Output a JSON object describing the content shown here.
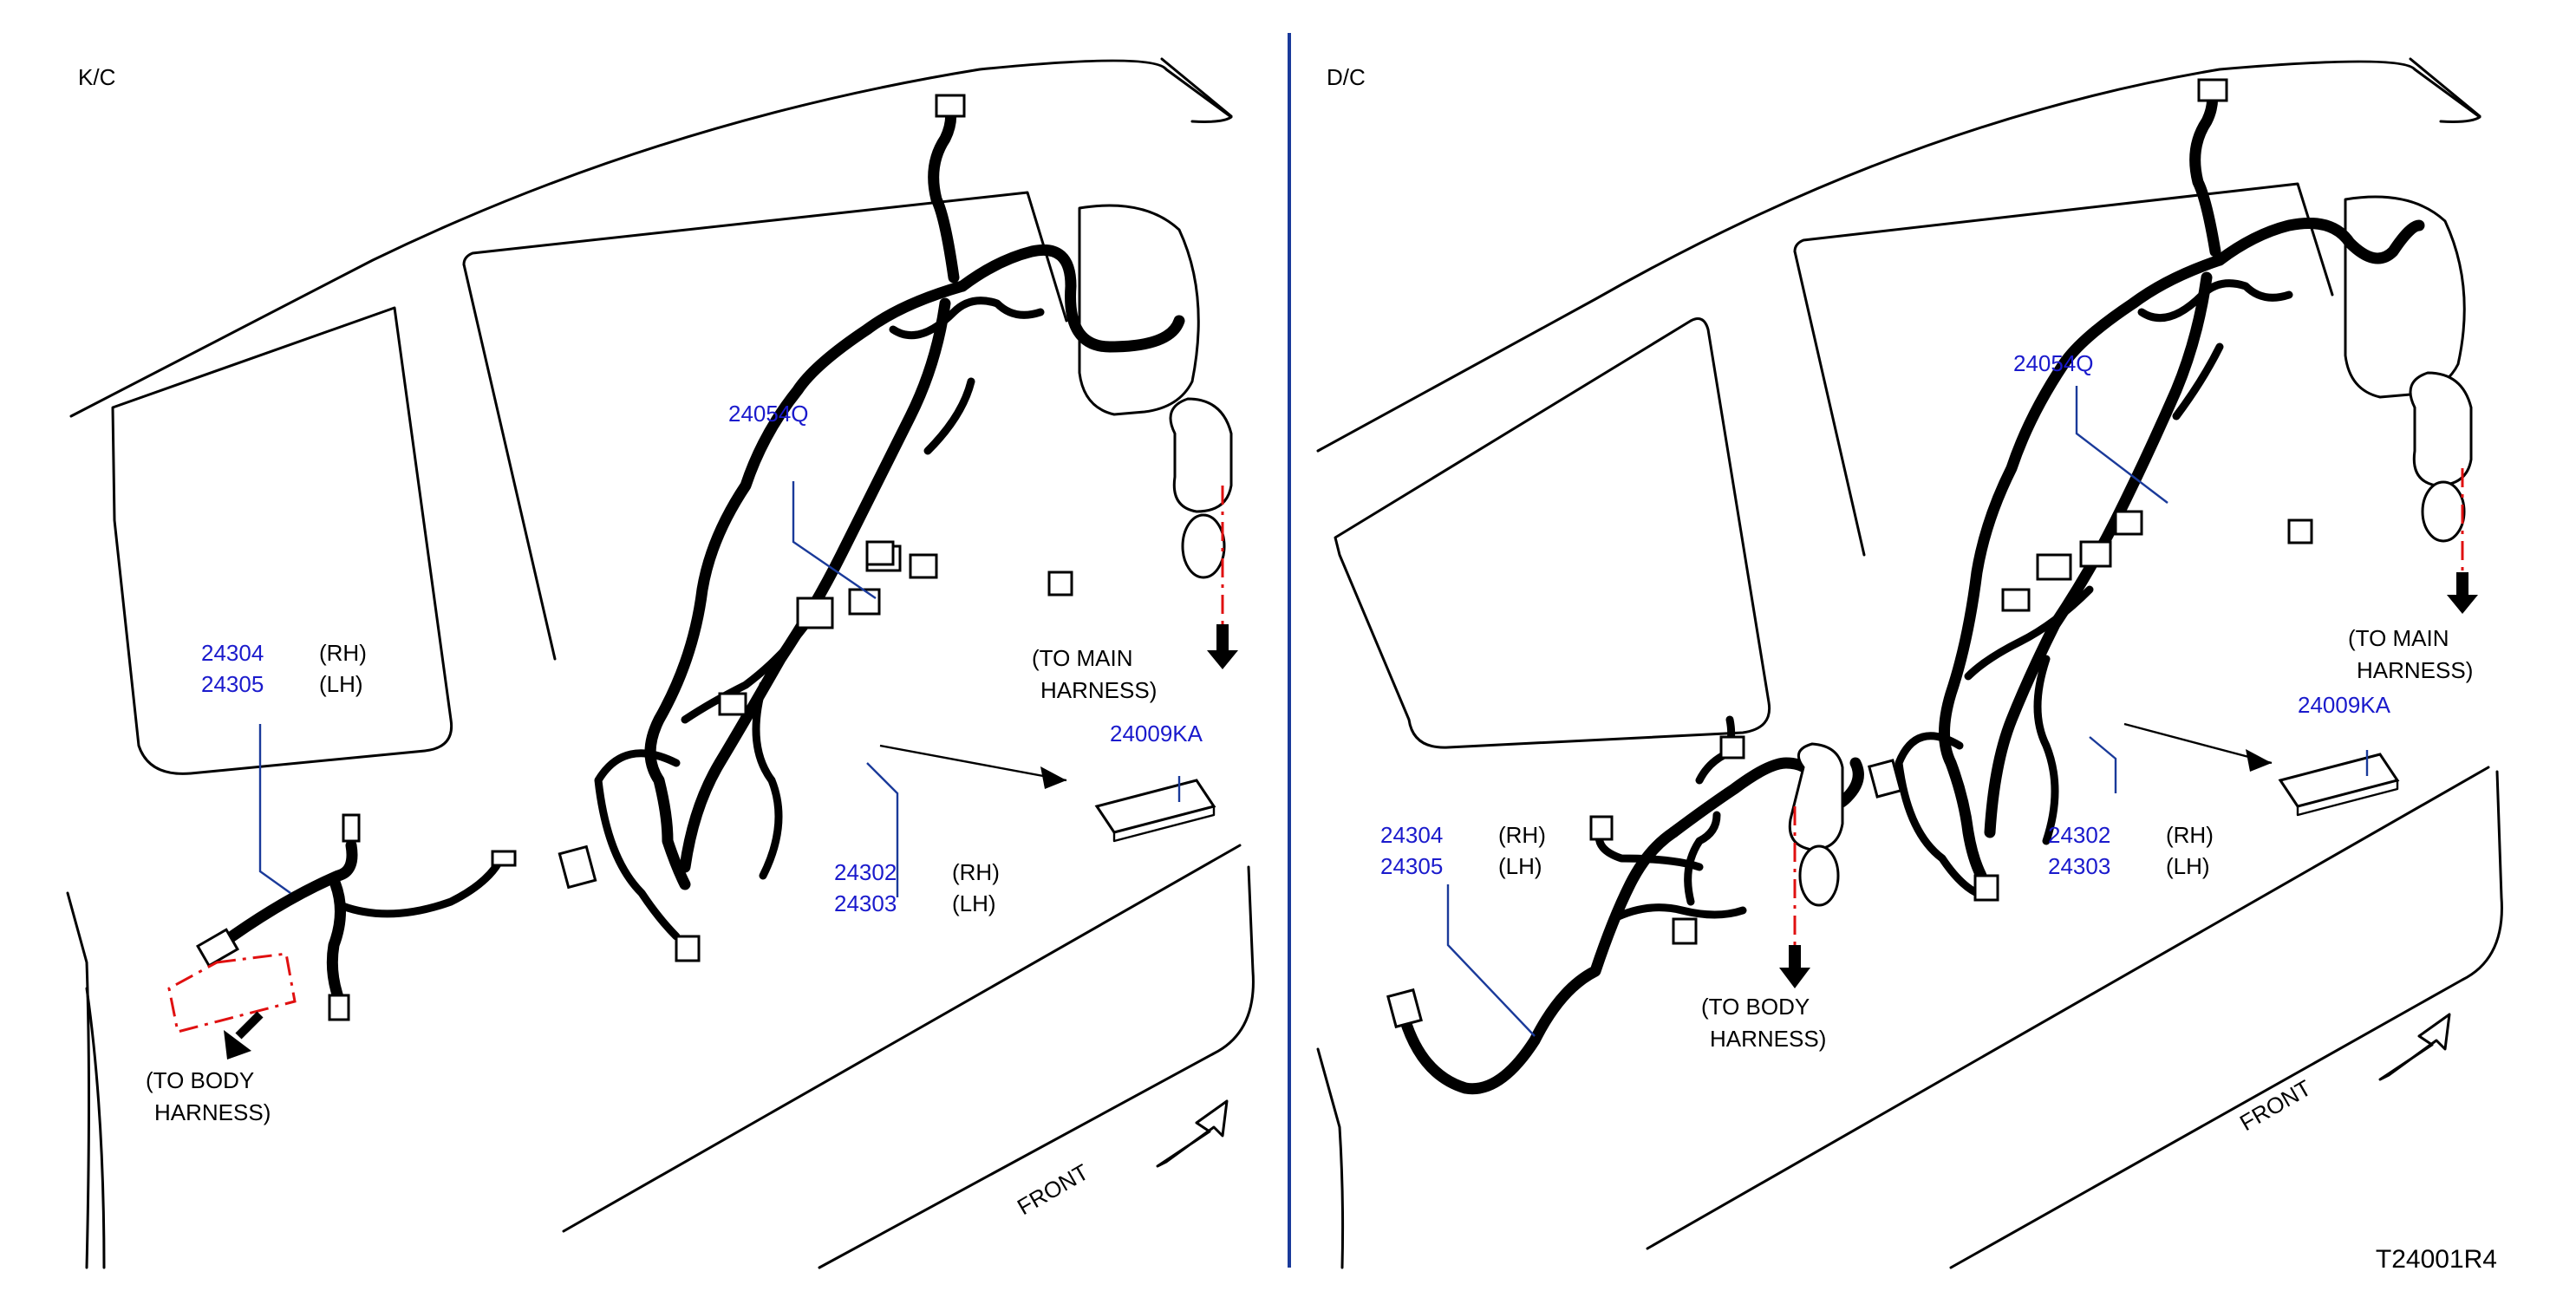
{
  "diagram_code": "T24001R4",
  "panels": [
    {
      "id": "kc",
      "variant": "K/C",
      "front_label": "FRONT",
      "body_harness_note": [
        "(TO   BODY",
        "HARNESS)"
      ],
      "main_harness_note": [
        "(TO MAIN",
        "HARNESS)"
      ],
      "parts": [
        {
          "number": "24054Q",
          "side": ""
        },
        {
          "number": "24009KA",
          "side": ""
        },
        {
          "number": "24302",
          "side": "(RH)"
        },
        {
          "number": "24303",
          "side": "(LH)"
        },
        {
          "number": "24304",
          "side": "(RH)"
        },
        {
          "number": "24305",
          "side": "(LH)"
        }
      ]
    },
    {
      "id": "dc",
      "variant": "D/C",
      "front_label": "FRONT",
      "body_harness_note": [
        "(TO   BODY",
        "HARNESS)"
      ],
      "main_harness_note": [
        "(TO MAIN",
        "HARNESS)"
      ],
      "parts": [
        {
          "number": "24054Q",
          "side": ""
        },
        {
          "number": "24009KA",
          "side": ""
        },
        {
          "number": "24302",
          "side": "(RH)"
        },
        {
          "number": "24303",
          "side": "(LH)"
        },
        {
          "number": "24304",
          "side": "(RH)"
        },
        {
          "number": "24305",
          "side": "(LH)"
        }
      ]
    }
  ]
}
